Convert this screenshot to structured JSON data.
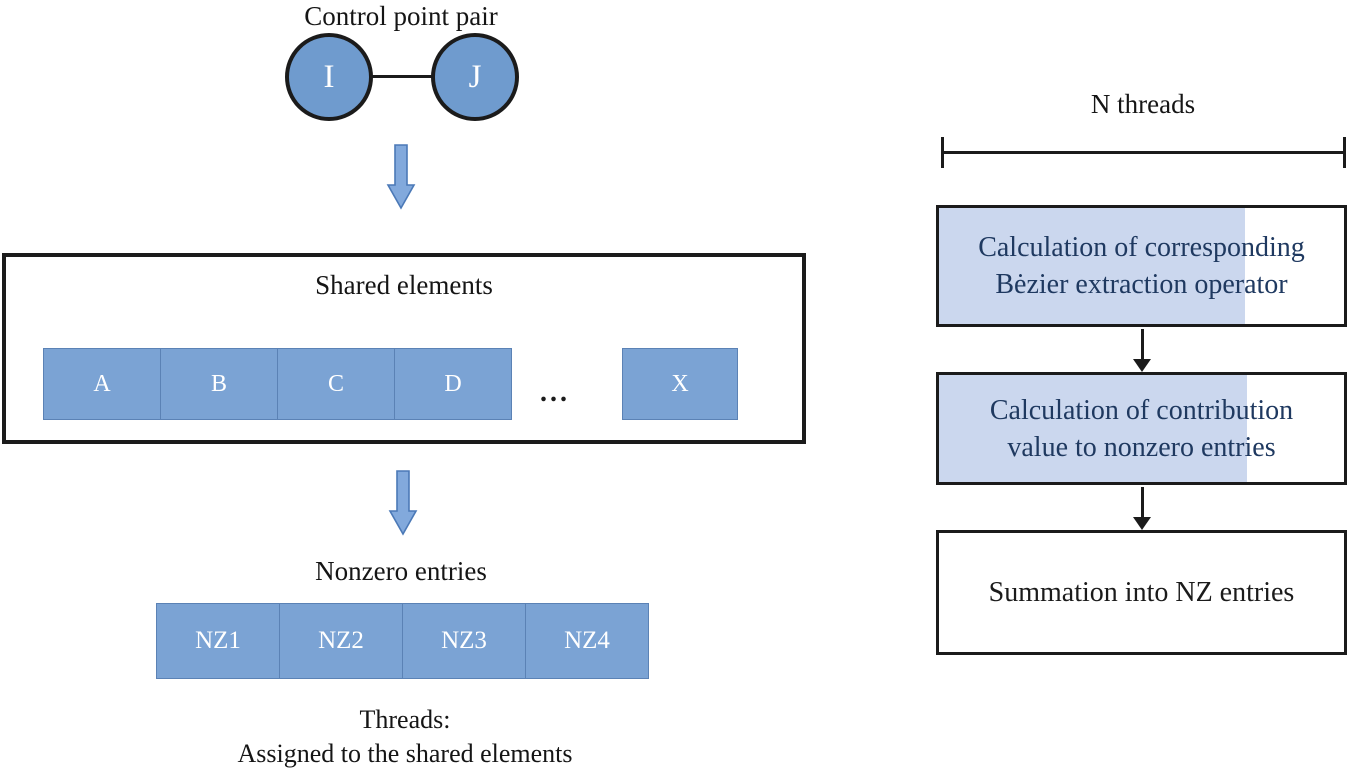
{
  "colors": {
    "node_fill": "#6f9bce",
    "element_fill": "#7ba3d4",
    "element_border": "#5b82b5",
    "block_arrow_fill": "#82a9dc",
    "block_arrow_border": "#4b79b7",
    "highlight_fill": "#cbd7ee",
    "step_text": "#1f3960",
    "outline": "#1b1b1b"
  },
  "left": {
    "title": "Control point pair",
    "nodes": [
      "I",
      "J"
    ],
    "shared": {
      "title": "Shared elements",
      "elements": [
        "A",
        "B",
        "C",
        "D"
      ],
      "ellipsis": "...",
      "last_element": "X"
    },
    "nonzero": {
      "title": "Nonzero entries",
      "entries": [
        "NZ1",
        "NZ2",
        "NZ3",
        "NZ4"
      ]
    },
    "caption": {
      "line1": "Threads:",
      "line2": "Assigned to the shared elements"
    }
  },
  "right": {
    "title": "N threads",
    "steps": [
      {
        "line1": "Calculation of corresponding",
        "line2": "Bėzier extraction operator"
      },
      {
        "line1": "Calculation of contribution",
        "line2": "value to nonzero entries"
      },
      {
        "line1": "Summation into NZ entries",
        "line2": ""
      }
    ]
  }
}
